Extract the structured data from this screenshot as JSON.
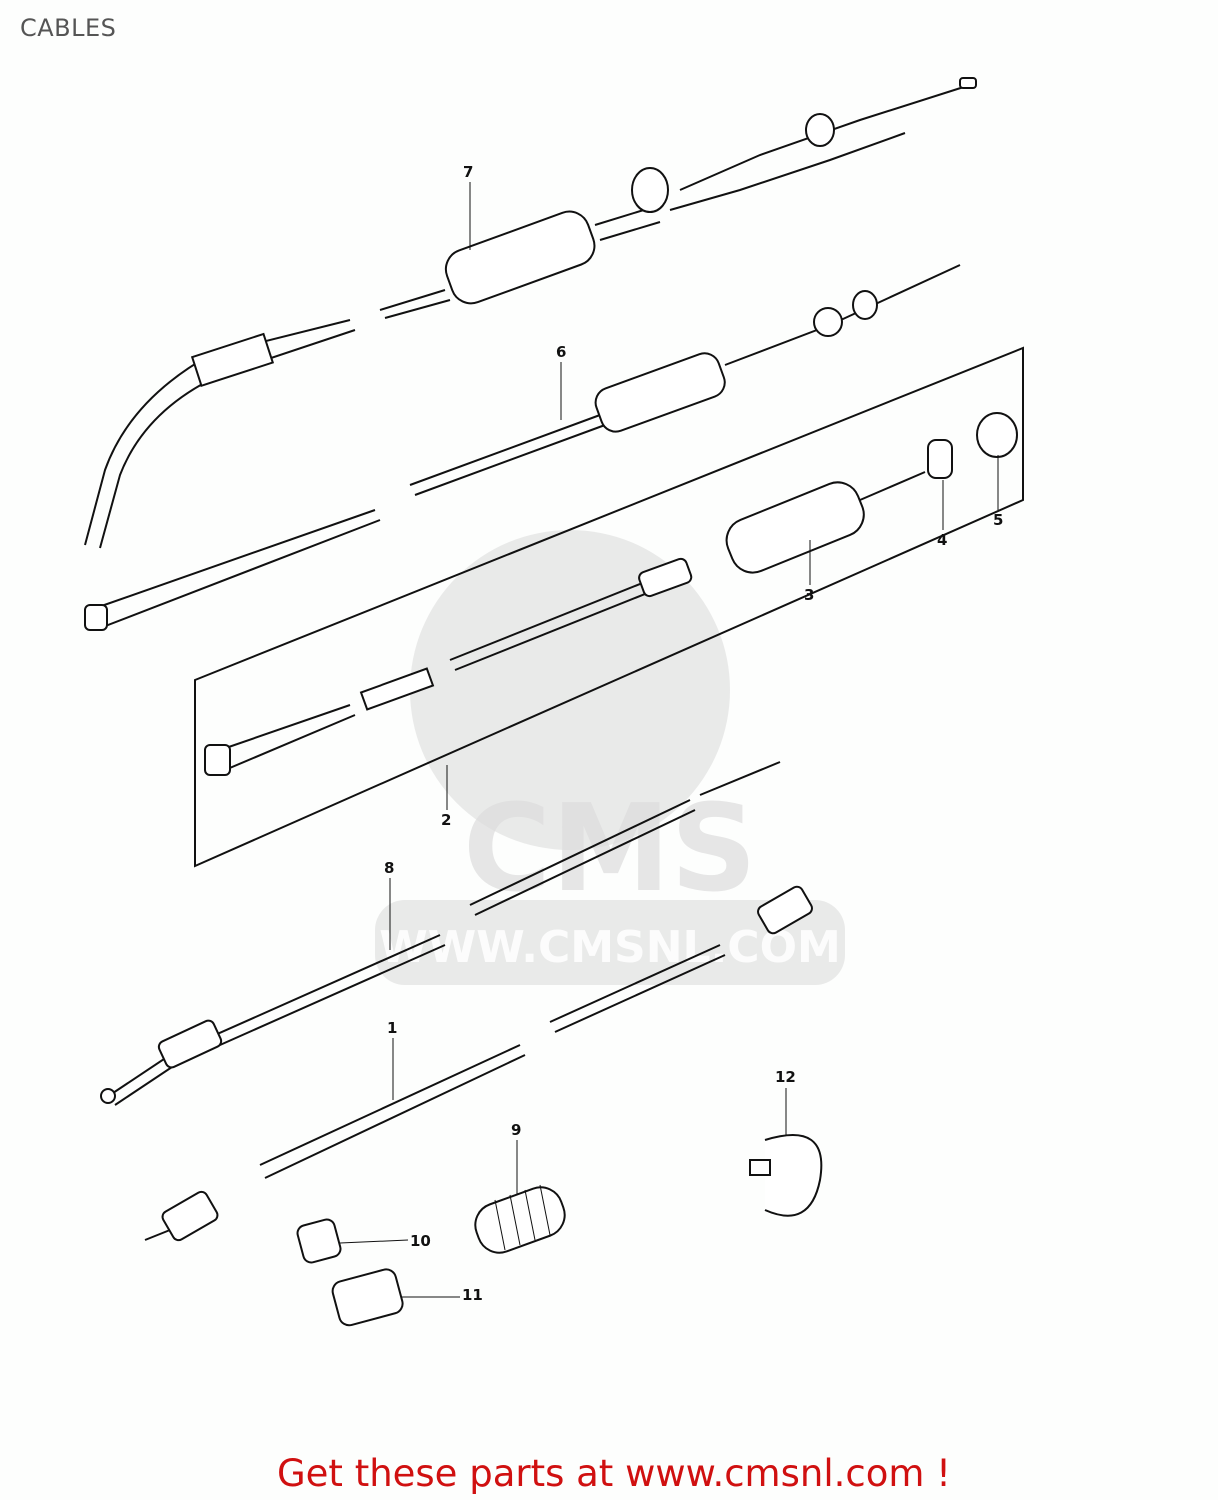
{
  "header": {
    "title": "CABLES"
  },
  "watermark": {
    "logo": "CMS",
    "url": "WWW.CMSNL.COM"
  },
  "callouts": {
    "c1": "1",
    "c2": "2",
    "c3": "3",
    "c4": "4",
    "c5": "5",
    "c6": "6",
    "c7": "7",
    "c8": "8",
    "c9": "9",
    "c10": "10",
    "c11": "11",
    "c12": "12"
  },
  "footer": {
    "link_text": "Get these parts at www.cmsnl.com !",
    "color": "#d01010"
  }
}
